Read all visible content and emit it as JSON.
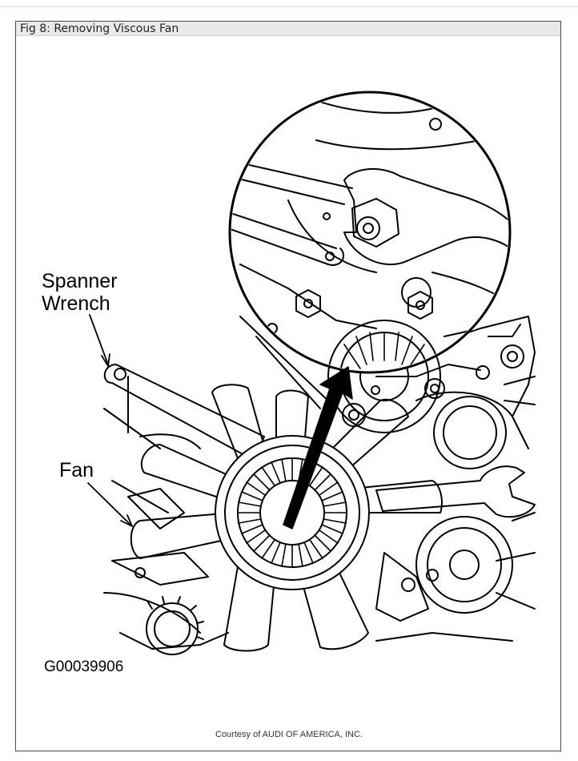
{
  "figure": {
    "title": "Fig 8: Removing Viscous Fan",
    "labels": {
      "spanner_line1": "Spanner",
      "spanner_line2": "Wrench",
      "fan": "Fan"
    },
    "code": "G00039906",
    "credit": "Courtesy of AUDI OF AMERICA, INC."
  },
  "colors": {
    "ink": "#000000",
    "frame": "#4a4a4a",
    "titlebar": "#e9e9e9"
  }
}
